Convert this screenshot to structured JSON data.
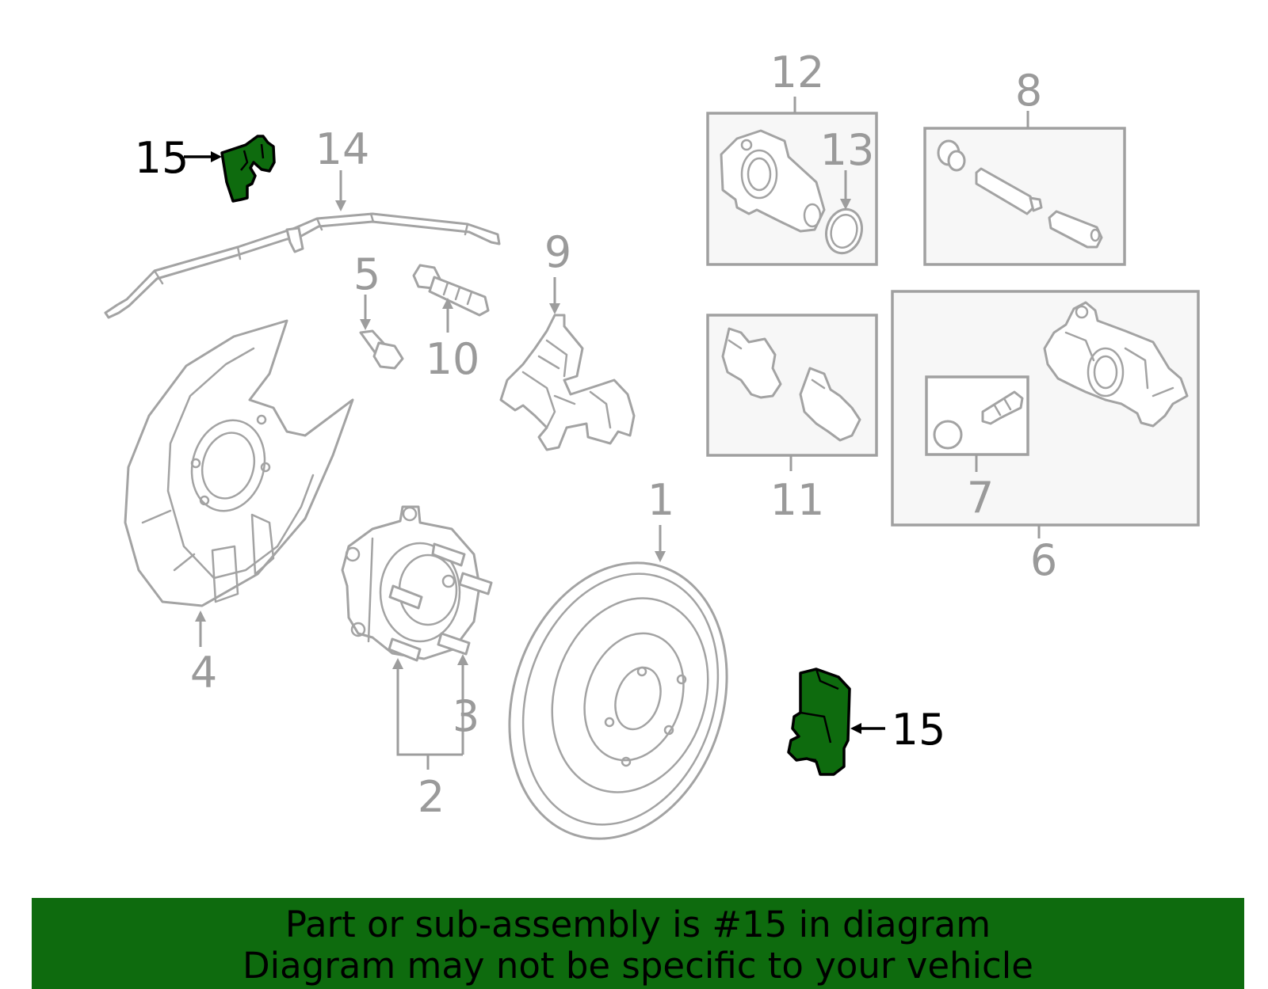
{
  "callouts": {
    "c1": "1",
    "c2": "2",
    "c3": "3",
    "c4": "4",
    "c5": "5",
    "c6": "6",
    "c7": "7",
    "c8": "8",
    "c9": "9",
    "c10": "10",
    "c11": "11",
    "c12": "12",
    "c13": "13",
    "c14": "14",
    "c15_top": "15",
    "c15_bottom": "15"
  },
  "highlighted_part": "15",
  "colors": {
    "highlight": "#0e6b0e",
    "part_line": "#a3a3a3",
    "callout_text": "#9a9a9a"
  },
  "banner": {
    "line1": "Part or sub-assembly is #15 in diagram",
    "line2": "Diagram may not be specific to your vehicle"
  }
}
